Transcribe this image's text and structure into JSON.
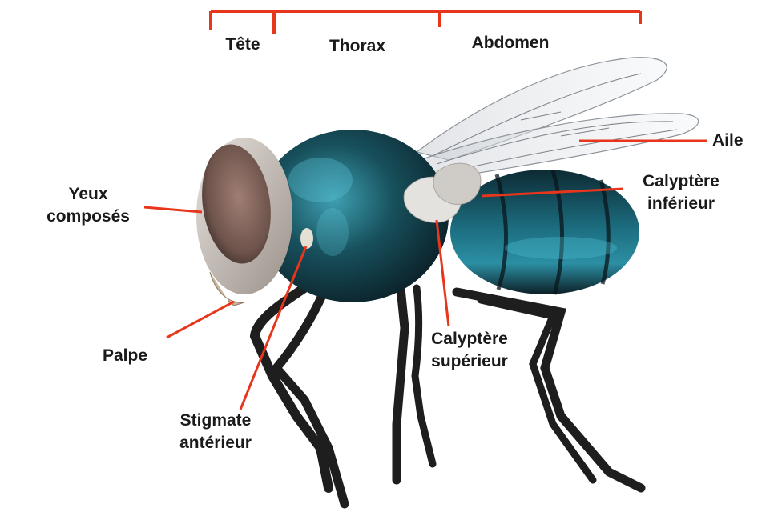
{
  "colors": {
    "annotation_line": "#e8361c",
    "label_text": "#1a1a1a",
    "background": "#ffffff",
    "body_metallic": "#17505c",
    "legs": "#1e1e1e"
  },
  "segments": {
    "head": "Tête",
    "thorax": "Thorax",
    "abdomen": "Abdomen"
  },
  "labels": {
    "compound_eyes_line1": "Yeux",
    "compound_eyes_line2": "composés",
    "palp": "Palpe",
    "spiracle_line1": "Stigmate",
    "spiracle_line2": "antérieur",
    "upper_calypter_line1": "Calyptère",
    "upper_calypter_line2": "supérieur",
    "lower_calypter_line1": "Calyptère",
    "lower_calypter_line2": "inférieur",
    "wing": "Aile"
  }
}
